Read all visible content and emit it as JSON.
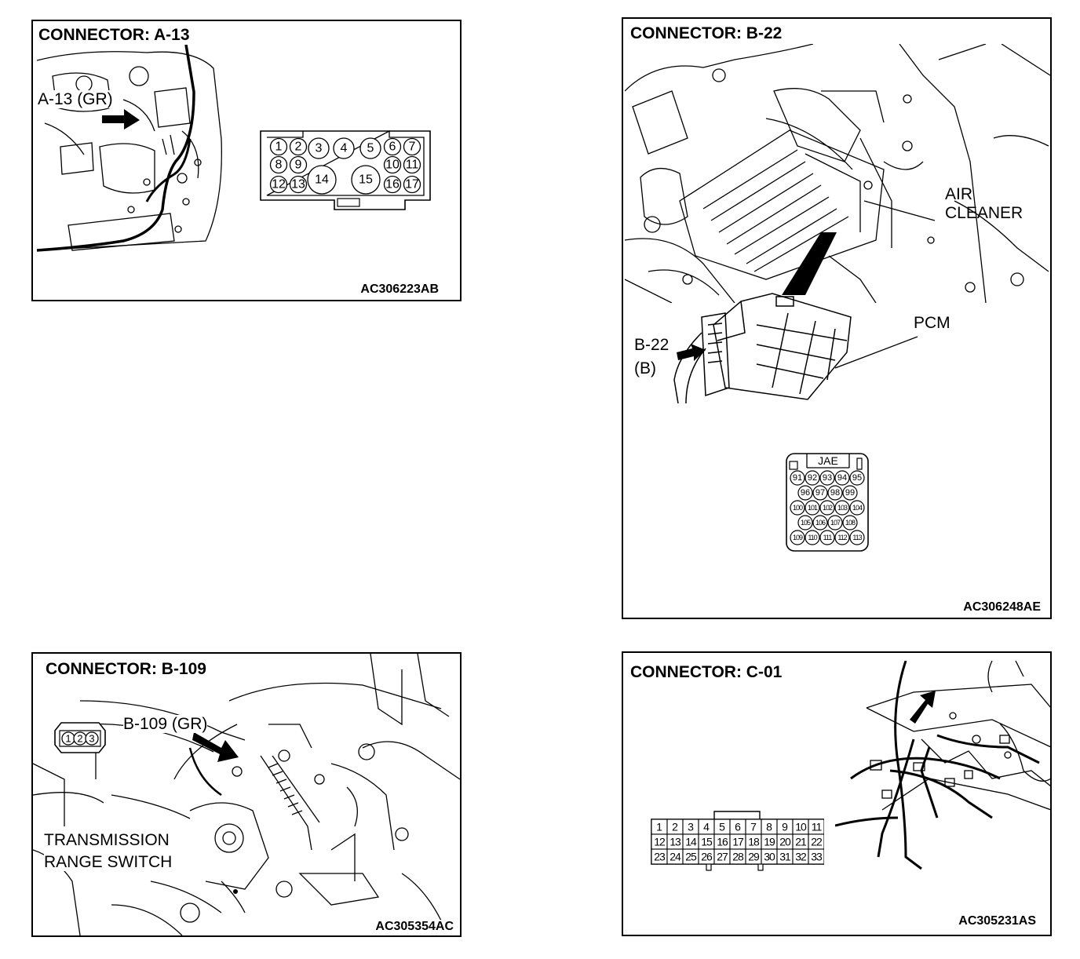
{
  "panels": {
    "a13": {
      "title": "CONNECTOR: A-13",
      "code": "AC306223AB",
      "callout": "A-13 (GR)",
      "pins": [
        "1",
        "2",
        "3",
        "4",
        "5",
        "6",
        "7",
        "8",
        "9",
        "10",
        "11",
        "12",
        "13",
        "14",
        "15",
        "16",
        "17"
      ]
    },
    "b22": {
      "title": "CONNECTOR: B-22",
      "code": "AC306248AE",
      "air_cleaner_line1": "AIR",
      "air_cleaner_line2": "CLEANER",
      "pcm": "PCM",
      "callout_line1": "B-22",
      "callout_line2": "(B)",
      "jae": "JAE",
      "pins": [
        "91",
        "92",
        "93",
        "94",
        "95",
        "96",
        "97",
        "98",
        "99",
        "100",
        "101",
        "102",
        "103",
        "104",
        "105",
        "106",
        "107",
        "108",
        "109",
        "110",
        "111",
        "112",
        "113"
      ]
    },
    "b109": {
      "title": "CONNECTOR: B-109",
      "code": "AC305354AC",
      "callout": "B-109 (GR)",
      "switch_line1": "TRANSMISSION",
      "switch_line2": "RANGE SWITCH",
      "pins": [
        "1",
        "2",
        "3"
      ]
    },
    "c01": {
      "title": "CONNECTOR: C-01",
      "code": "AC305231AS",
      "pins": [
        "1",
        "2",
        "3",
        "4",
        "5",
        "6",
        "7",
        "8",
        "9",
        "10",
        "11",
        "12",
        "13",
        "14",
        "15",
        "16",
        "17",
        "18",
        "19",
        "20",
        "21",
        "22",
        "23",
        "24",
        "25",
        "26",
        "27",
        "28",
        "29",
        "30",
        "31",
        "32",
        "33"
      ]
    }
  }
}
